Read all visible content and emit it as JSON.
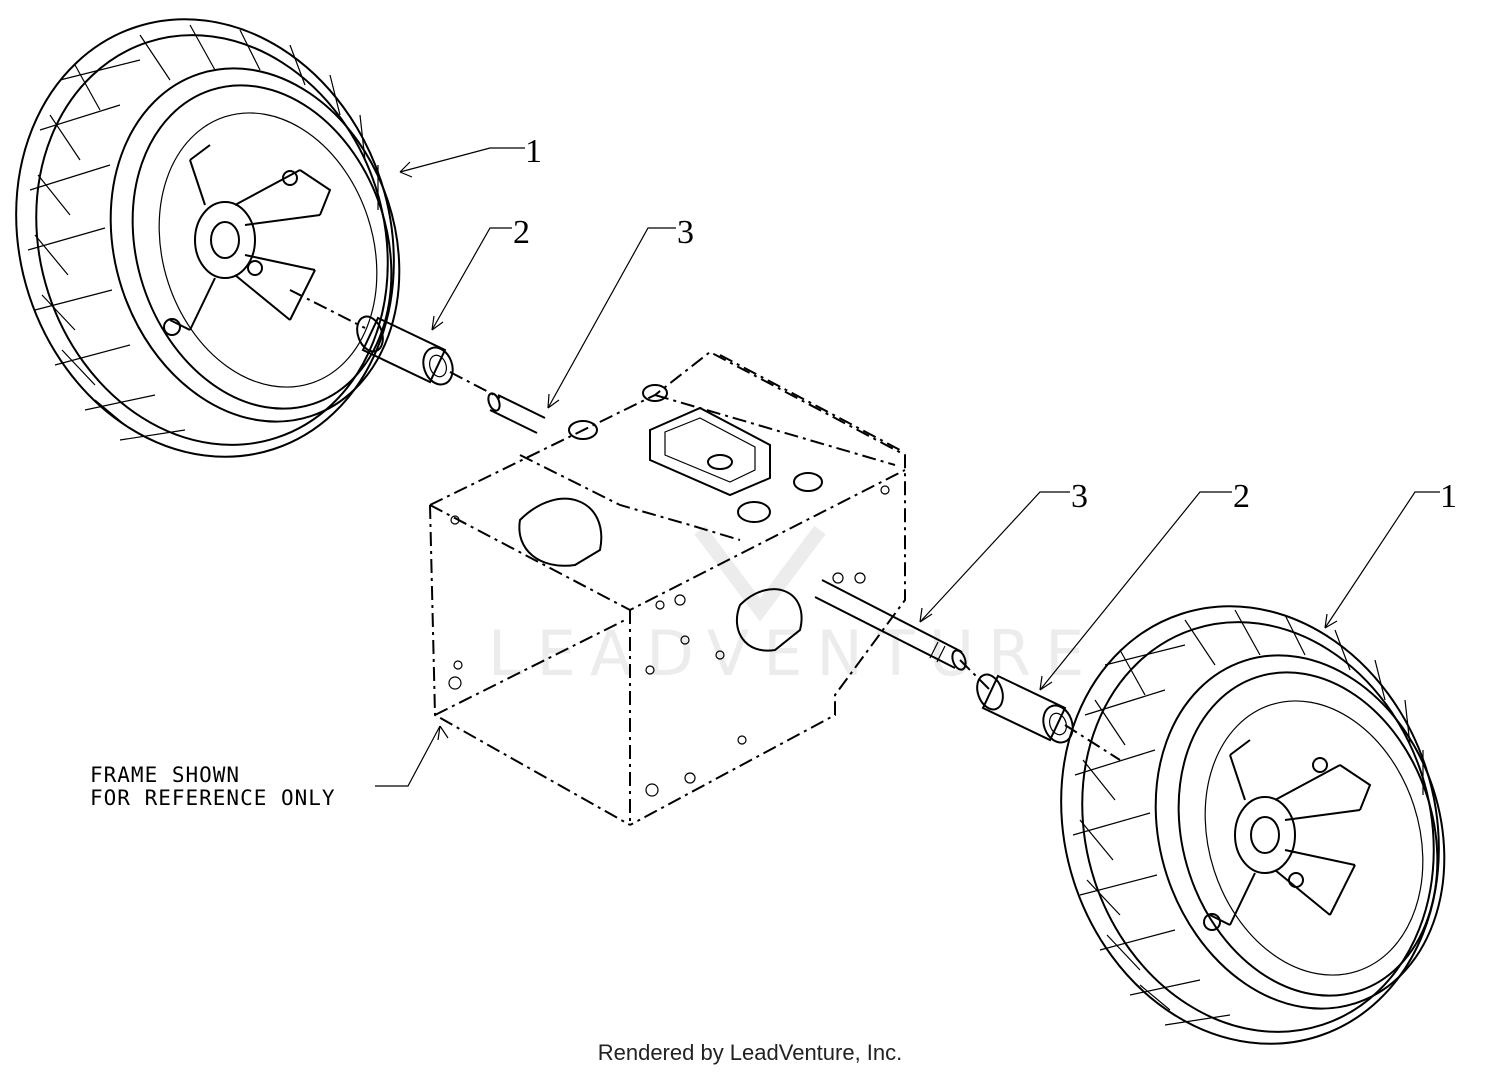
{
  "callouts": [
    {
      "id": "1",
      "label": "1"
    },
    {
      "id": "2",
      "label": "2"
    },
    {
      "id": "3",
      "label": "3"
    },
    {
      "id": "3b",
      "label": "3"
    },
    {
      "id": "2b",
      "label": "2"
    },
    {
      "id": "1b",
      "label": "1"
    }
  ],
  "note": {
    "line1": "FRAME SHOWN",
    "line2": "FOR REFERENCE ONLY"
  },
  "watermark": "LEADVENTURE",
  "footer": "Rendered by LeadVenture, Inc."
}
